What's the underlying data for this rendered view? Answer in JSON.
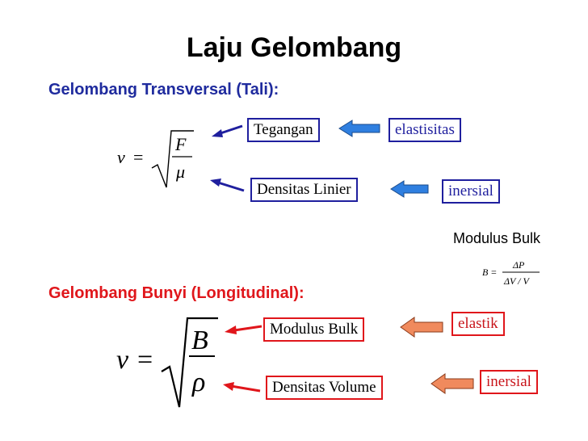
{
  "title": "Laju Gelombang",
  "transversal": {
    "heading": "Gelombang Transversal (Tali):",
    "formula": {
      "lhs": "v",
      "eq": "=",
      "num": "F",
      "den": "μ"
    },
    "box1": "Tegangan",
    "box1_target": "elastisitas",
    "box2": "Densitas Linier",
    "box2_target": "inersial"
  },
  "bulk": {
    "label": "Modulus Bulk",
    "formula": {
      "lhs": "B",
      "eq": "=",
      "num": "ΔP",
      "den": "ΔV / V"
    }
  },
  "longitudinal": {
    "heading": "Gelombang Bunyi (Longitudinal):",
    "formula": {
      "lhs": "v",
      "eq": "=",
      "num": "B",
      "den": "ρ"
    },
    "box1": "Modulus Bulk",
    "box1_target": "elastik",
    "box2": "Densitas Volume",
    "box2_target": "inersial"
  },
  "colors": {
    "blue": "#1f1f9e",
    "red": "#e0161b",
    "arrow_blue": "#2f7fe0",
    "arrow_orange": "#f08a5d"
  }
}
